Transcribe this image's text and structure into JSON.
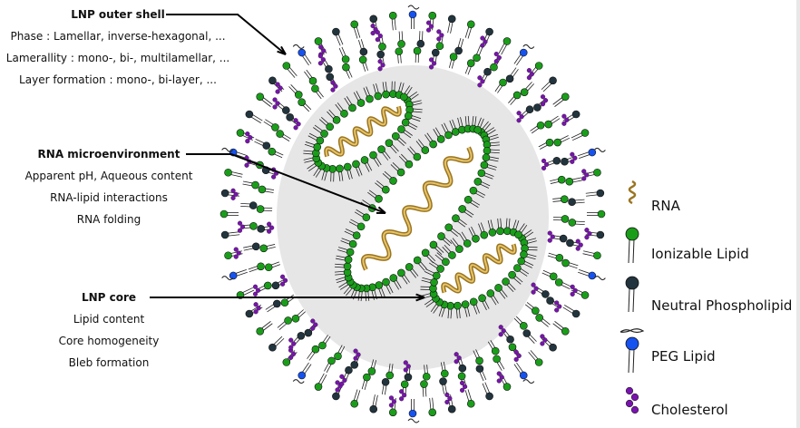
{
  "annotations": [
    {
      "title": "LNP outer shell",
      "lines": [
        "Phase : Lamellar, inverse-hexagonal, ...",
        "Lamerallity : mono-, bi-, multilamellar, ...",
        "Layer formation : mono-, bi-layer, ..."
      ]
    },
    {
      "title": "RNA microenvironment",
      "lines": [
        "Apparent pH, Aqueous content",
        "RNA-lipid interactions",
        "RNA folding"
      ]
    },
    {
      "title": "LNP core",
      "lines": [
        "Lipid content",
        "Core homogeneity",
        "Bleb formation"
      ]
    }
  ],
  "legend": [
    {
      "label": "RNA",
      "icon": "rna-icon"
    },
    {
      "label": "Ionizable Lipid",
      "icon": "ionizable-lipid-icon",
      "color": "#1a9e1a"
    },
    {
      "label": "Neutral Phospholipid",
      "icon": "neutral-phospholipid-icon",
      "color": "#22343d"
    },
    {
      "label": "PEG Lipid",
      "icon": "peg-lipid-icon",
      "color": "#1652f0"
    },
    {
      "label": "Cholesterol",
      "icon": "cholesterol-icon",
      "color": "#7a12b0"
    }
  ]
}
